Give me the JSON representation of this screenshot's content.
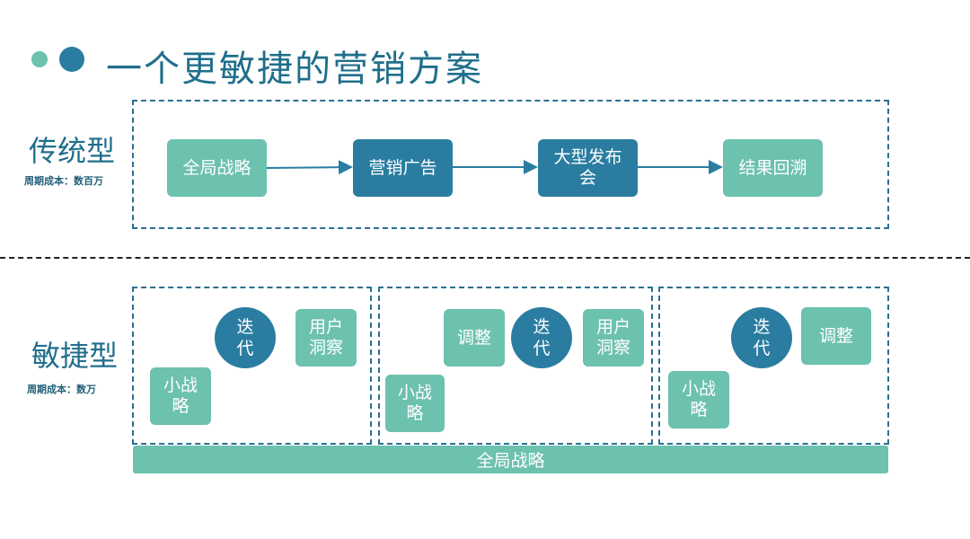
{
  "title": "一个更敏捷的营销方案",
  "colors": {
    "teal": "#6cc1af",
    "navy": "#2a7da1",
    "title": "#1f6f8b"
  },
  "traditional": {
    "label": "传统型",
    "cost": "周期成本：数百万",
    "steps": [
      "全局战略",
      "营销广告",
      "大型发布\n会",
      "结果回溯"
    ]
  },
  "agile": {
    "label": "敏捷型",
    "cost": "周期成本：数万",
    "sprint1": {
      "small": "小战\n略",
      "iterate": "迭\n代",
      "insight": "用户\n洞察"
    },
    "sprint2": {
      "adjust": "调整",
      "iterate": "迭\n代",
      "insight": "用户\n洞察",
      "small": "小战\n略"
    },
    "sprint3": {
      "iterate": "迭\n代",
      "adjust": "调整",
      "small": "小战\n略"
    },
    "global_bar": "全局战略"
  }
}
